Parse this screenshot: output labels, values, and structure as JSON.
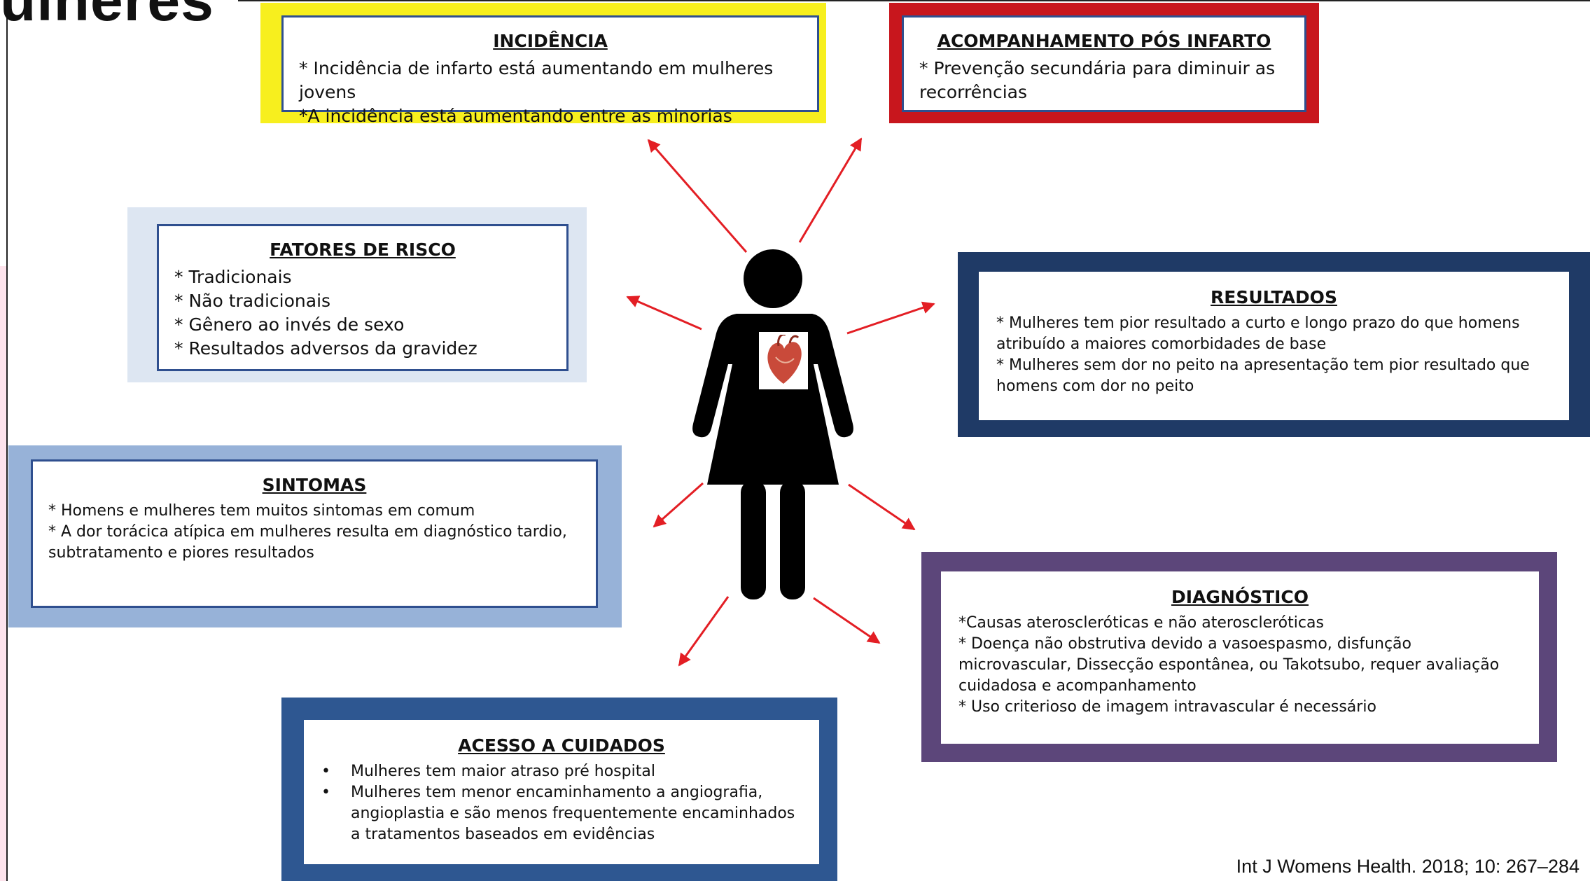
{
  "slide": {
    "title": "ulheres"
  },
  "colors": {
    "arrow": "#e31e24",
    "incidencia_frame": "#f7ef1e",
    "acompanhamento_frame": "#c8161d",
    "fatores_frame": "#dde6f2",
    "resultados_frame": "#1f3a66",
    "sintomas_frame": "#97b2d8",
    "diagnostico_frame": "#5c467a",
    "acesso_frame": "#2e5791"
  },
  "figure": {
    "icon": "woman-silhouette-icon",
    "heart_icon": "heart-icon"
  },
  "cards": {
    "incidencia": {
      "heading": "INCIDÊNCIA",
      "items": [
        "* Incidência de infarto está aumentando em mulheres jovens",
        "*A incidência está aumentando entre as minorias"
      ]
    },
    "acompanhamento": {
      "heading": "ACOMPANHAMENTO  PÓS INFARTO",
      "items": [
        "* Prevenção secundária para diminuir as recorrências"
      ]
    },
    "fatores": {
      "heading": "FATORES DE RISCO",
      "items": [
        "* Tradicionais",
        "* Não tradicionais",
        "* Gênero ao invés de sexo",
        "* Resultados adversos da gravidez"
      ]
    },
    "resultados": {
      "heading": "RESULTADOS",
      "items": [
        "* Mulheres tem pior resultado a curto e longo prazo do que homens atribuído a maiores comorbidades de base",
        "* Mulheres sem dor no peito na apresentação tem pior resultado que homens com dor no peito"
      ]
    },
    "sintomas": {
      "heading": "SINTOMAS",
      "items": [
        "* Homens e mulheres tem muitos sintomas em comum",
        "*  A dor torácica atípica em mulheres  resulta em diagnóstico tardio, subtratamento e piores resultados"
      ]
    },
    "diagnostico": {
      "heading": "DIAGNÓSTICO",
      "items": [
        "*Causas ateroscleróticas e não ateroscleróticas",
        "* Doença não obstrutiva  devido a vasoespasmo, disfunção microvascular, Dissecção espontânea, ou Takotsubo, requer avaliação cuidadosa e acompanhamento",
        "* Uso criterioso de imagem intravascular é necessário"
      ]
    },
    "acesso": {
      "heading": "ACESSO A CUIDADOS",
      "items": [
        "Mulheres tem maior  atraso pré hospital",
        "Mulheres tem menor encaminhamento a angiografia, angioplastia e são menos frequentemente encaminhados  a tratamentos baseados em evidências"
      ]
    }
  },
  "citation": "Int J Womens Health. 2018; 10: 267–284"
}
